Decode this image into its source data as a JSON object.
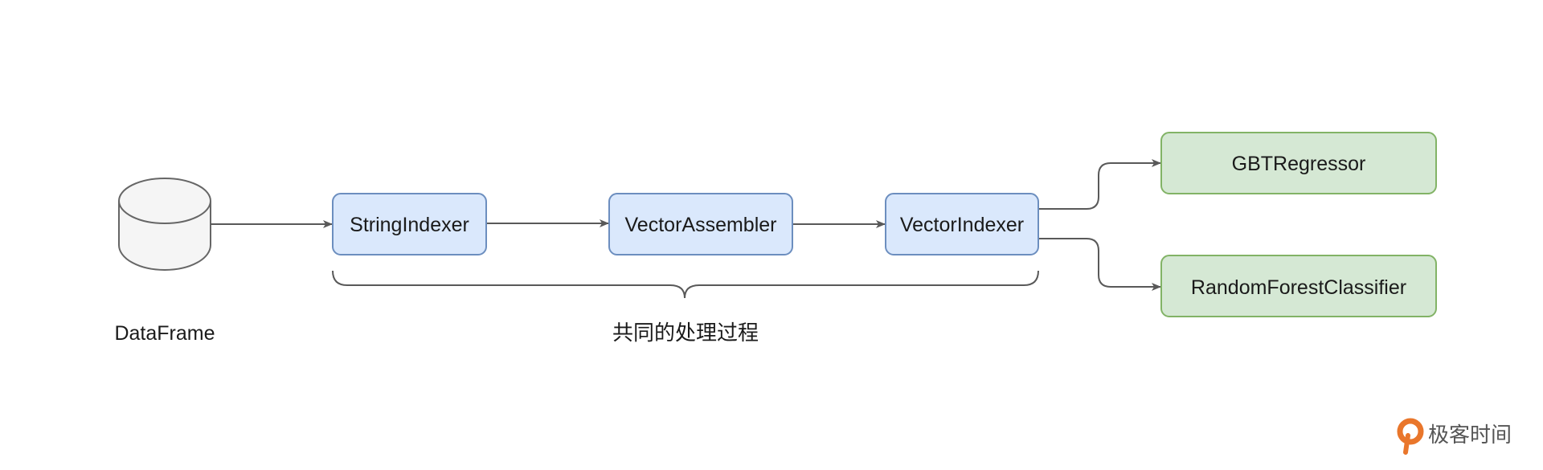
{
  "nodes": {
    "dataframe": {
      "label": "DataFrame"
    },
    "string_indexer": {
      "label": "StringIndexer"
    },
    "vector_assembler": {
      "label": "VectorAssembler"
    },
    "vector_indexer": {
      "label": "VectorIndexer"
    },
    "gbt_regressor": {
      "label": "GBTRegressor"
    },
    "random_forest": {
      "label": "RandomForestClassifier"
    }
  },
  "annotations": {
    "common_process": "共同的处理过程"
  },
  "watermark": {
    "brand": "极客时间",
    "icon": "geektime-logo-icon"
  },
  "colors": {
    "process_fill": "#dae8fc",
    "process_stroke": "#6c8ebf",
    "model_fill": "#d5e8d4",
    "model_stroke": "#82b366",
    "db_fill": "#f5f5f5",
    "db_stroke": "#666666",
    "edge": "#595959",
    "logo": "#e9762b"
  }
}
